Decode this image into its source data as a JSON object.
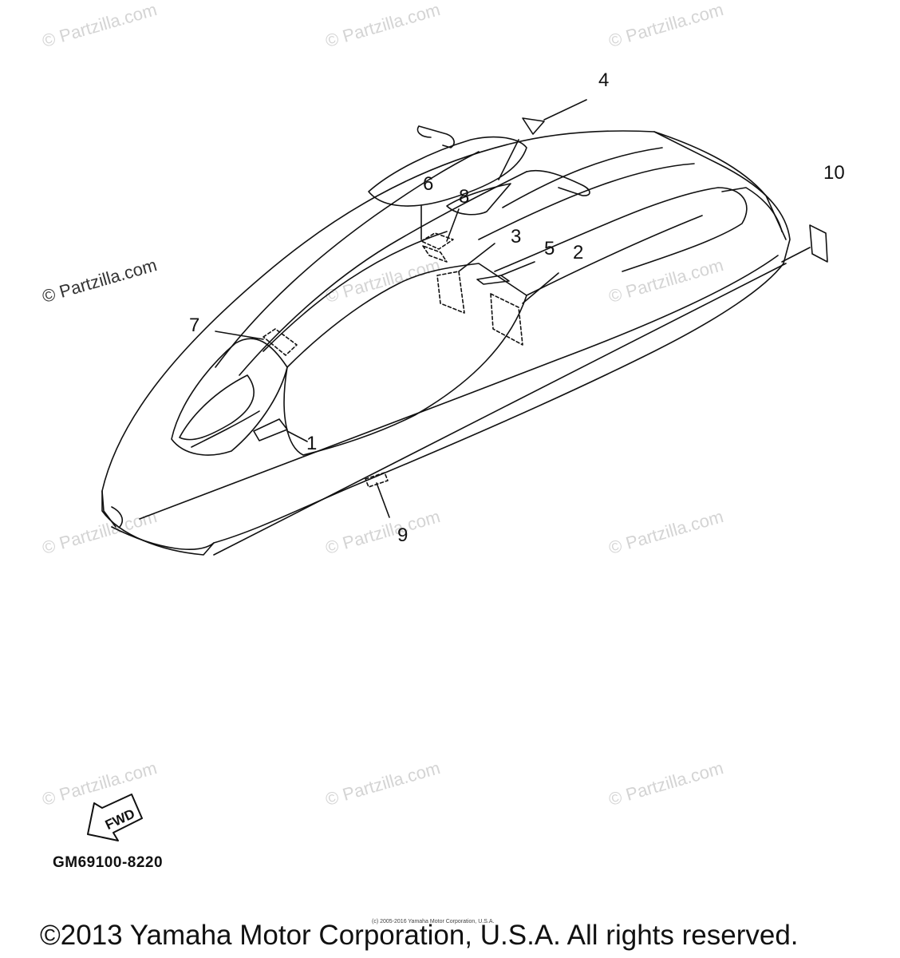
{
  "watermark_text": "© Partzilla.com",
  "callouts": {
    "c1": "1",
    "c2": "2",
    "c3": "3",
    "c4": "4",
    "c5": "5",
    "c6": "6",
    "c7": "7",
    "c8": "8",
    "c9": "9",
    "c10": "10"
  },
  "fwd_label": "FWD",
  "doc_code": "GM69100-8220",
  "small_copyright": "(c) 2005-2016 Yamaha Motor Corporation, U.S.A.",
  "copyright": "©2013 Yamaha Motor Corporation, U.S.A. All rights reserved.",
  "colors": {
    "line": "#111111",
    "watermark": "#d4d4d4"
  }
}
